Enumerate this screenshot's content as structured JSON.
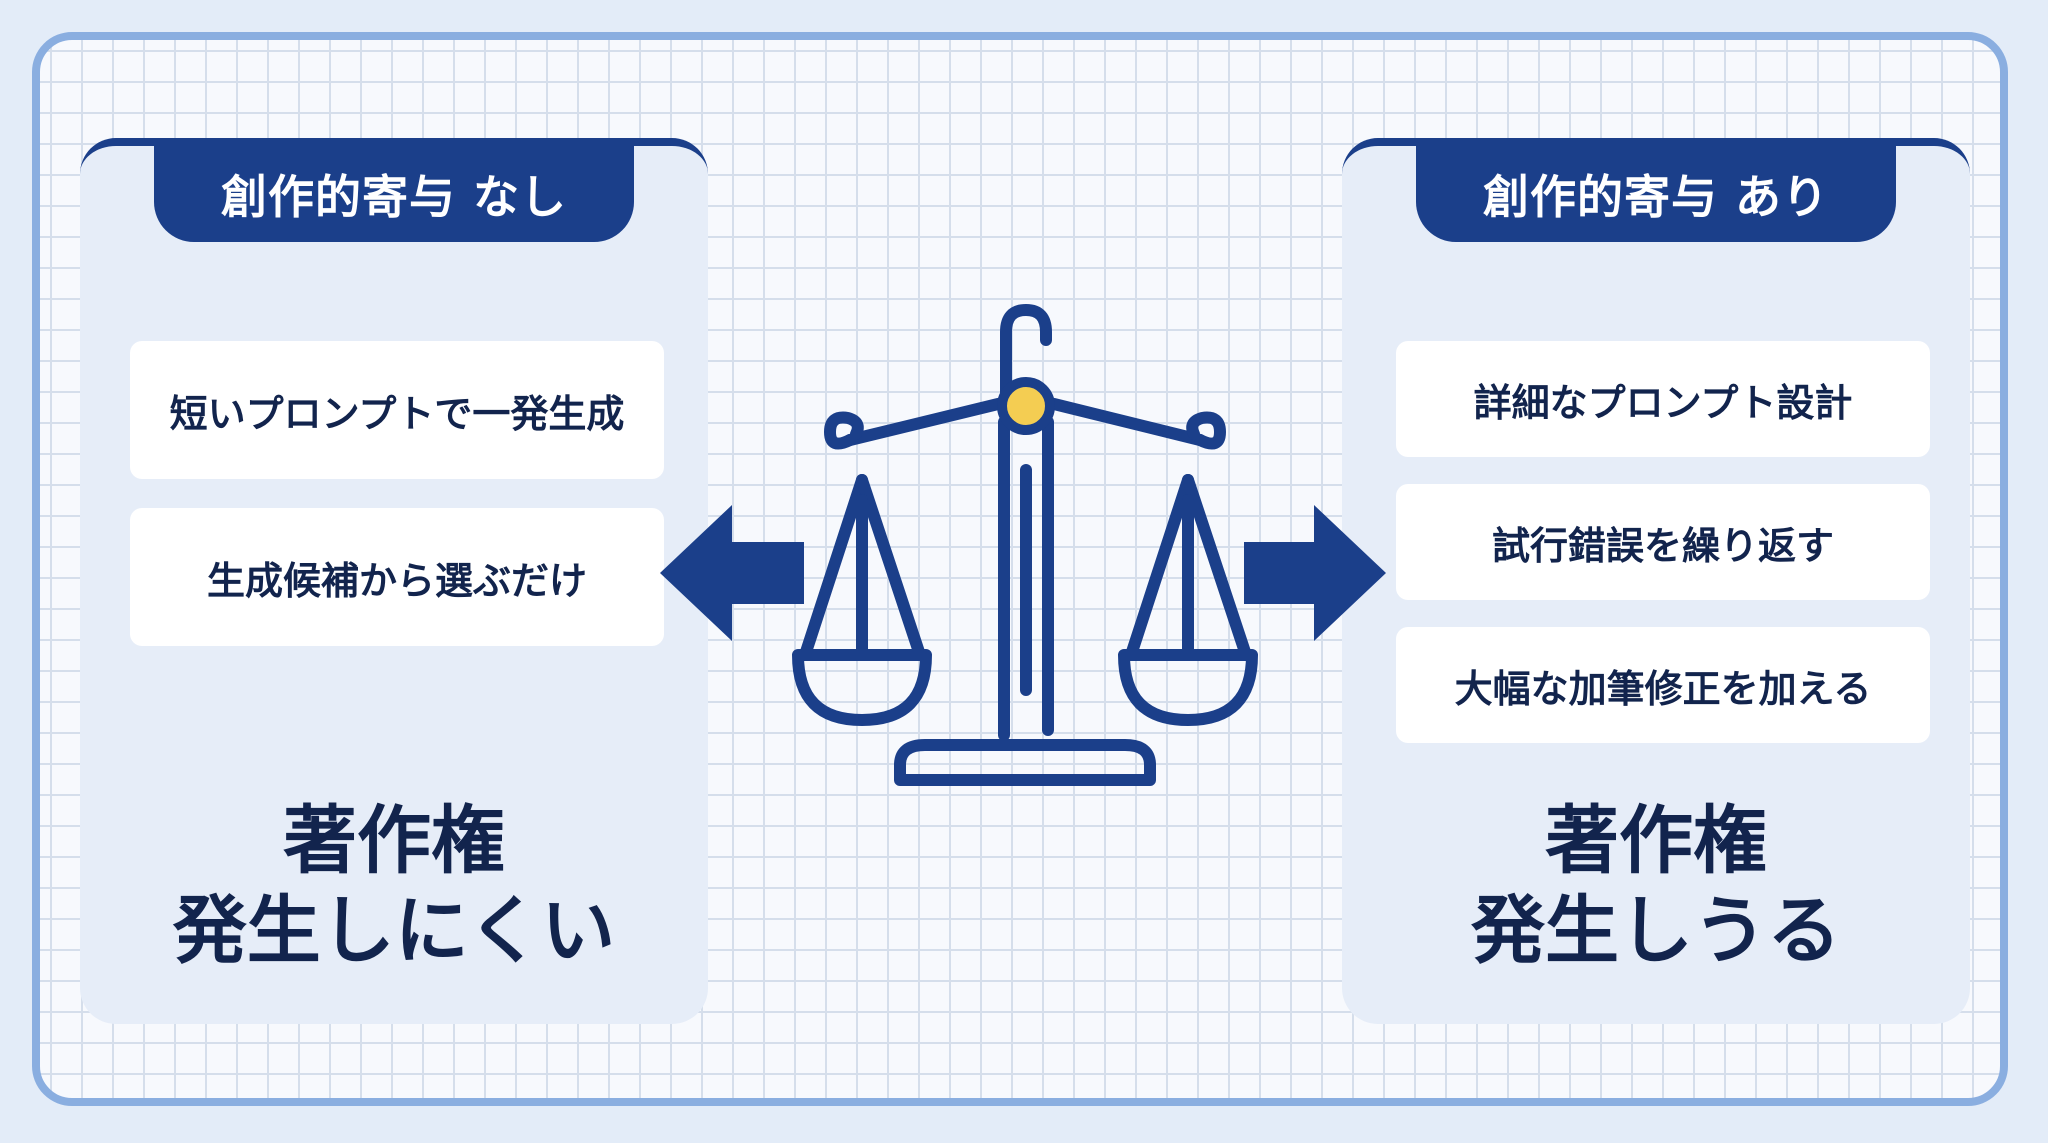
{
  "left_panel": {
    "tab_label": "創作的寄与 なし",
    "items": [
      "短いプロンプトで一発生成",
      "生成候補から選ぶだけ"
    ],
    "result_lines": [
      "著作権",
      "発生しにくい"
    ]
  },
  "right_panel": {
    "tab_label": "創作的寄与 あり",
    "items": [
      "詳細なプロンプト設計",
      "試行錯誤を繰り返す",
      "大幅な加筆修正を加える"
    ],
    "result_lines": [
      "著作権",
      "発生しうる"
    ]
  },
  "colors": {
    "navy": "#1b3f8a",
    "accent_yellow": "#f4cd52",
    "frame_border": "#8aaee0",
    "panel_bg": "#e6edf8"
  },
  "icons": {
    "center": "balance-scale-icon",
    "left_arrow": "arrow-left-icon",
    "right_arrow": "arrow-right-icon"
  }
}
